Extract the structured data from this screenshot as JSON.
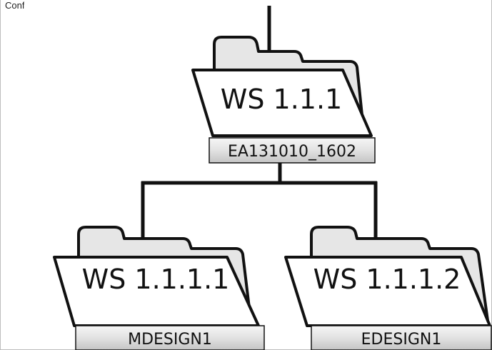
{
  "header": {
    "text": "Conf"
  },
  "tree": {
    "root": {
      "folder_label": "WS 1.1.1",
      "version_label": "EA131010_1602"
    },
    "children": [
      {
        "folder_label": "WS 1.1.1.1",
        "version_label": "MDESIGN1"
      },
      {
        "folder_label": "WS 1.1.1.2",
        "version_label": "EDESIGN1"
      }
    ]
  },
  "colors": {
    "line": "#111111",
    "folder_fill": "#ffffff",
    "folder_back": "#e6e6e6",
    "label_top": "#f4f4f4",
    "label_bottom": "#c9c9c9"
  }
}
